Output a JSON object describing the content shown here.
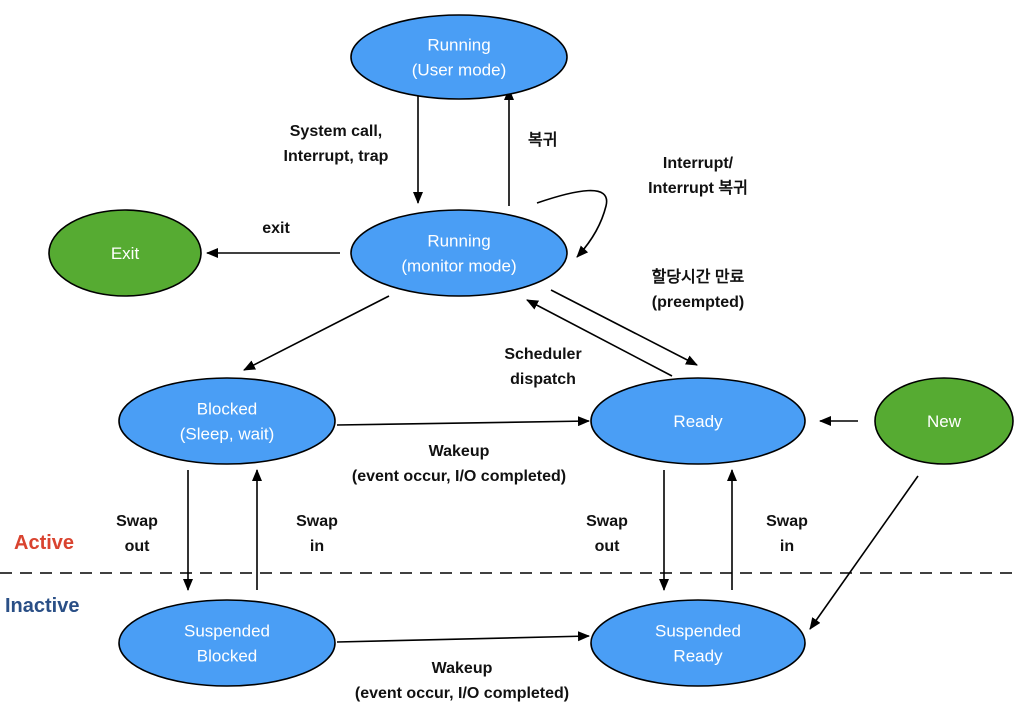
{
  "colors": {
    "state_fill": "#4a9ef5",
    "terminal_fill": "#56ab32",
    "outline": "#000000",
    "active_label": "#d9432f",
    "inactive_label": "#2a4f86"
  },
  "nodes": {
    "running_user": {
      "lines": [
        "Running",
        "(User mode)"
      ]
    },
    "running_monitor": {
      "lines": [
        "Running",
        "(monitor mode)"
      ]
    },
    "exit": {
      "lines": [
        "Exit"
      ]
    },
    "blocked": {
      "lines": [
        "Blocked",
        "(Sleep, wait)"
      ]
    },
    "ready": {
      "lines": [
        "Ready"
      ]
    },
    "new": {
      "lines": [
        "New"
      ]
    },
    "suspended_blocked": {
      "lines": [
        "Suspended",
        "Blocked"
      ]
    },
    "suspended_ready": {
      "lines": [
        "Suspended",
        "Ready"
      ]
    }
  },
  "edge_labels": {
    "system_call": [
      "System call,",
      "Interrupt, trap"
    ],
    "return": [
      "복귀"
    ],
    "interrupt": [
      "Interrupt/",
      "Interrupt 복귀"
    ],
    "exit": [
      "exit"
    ],
    "preempted": [
      "할당시간 만료",
      "(preempted)"
    ],
    "scheduler": [
      "Scheduler",
      "dispatch"
    ],
    "wakeup_active": [
      "Wakeup",
      "(event occur, I/O completed)"
    ],
    "swap_out_blocked": [
      "Swap",
      "out"
    ],
    "swap_in_blocked": [
      "Swap",
      "in"
    ],
    "swap_out_ready": [
      "Swap",
      "out"
    ],
    "swap_in_ready": [
      "Swap",
      "in"
    ],
    "wakeup_inactive": [
      "Wakeup",
      "(event occur, I/O completed)"
    ]
  },
  "zones": {
    "active": "Active",
    "inactive": "Inactive"
  }
}
